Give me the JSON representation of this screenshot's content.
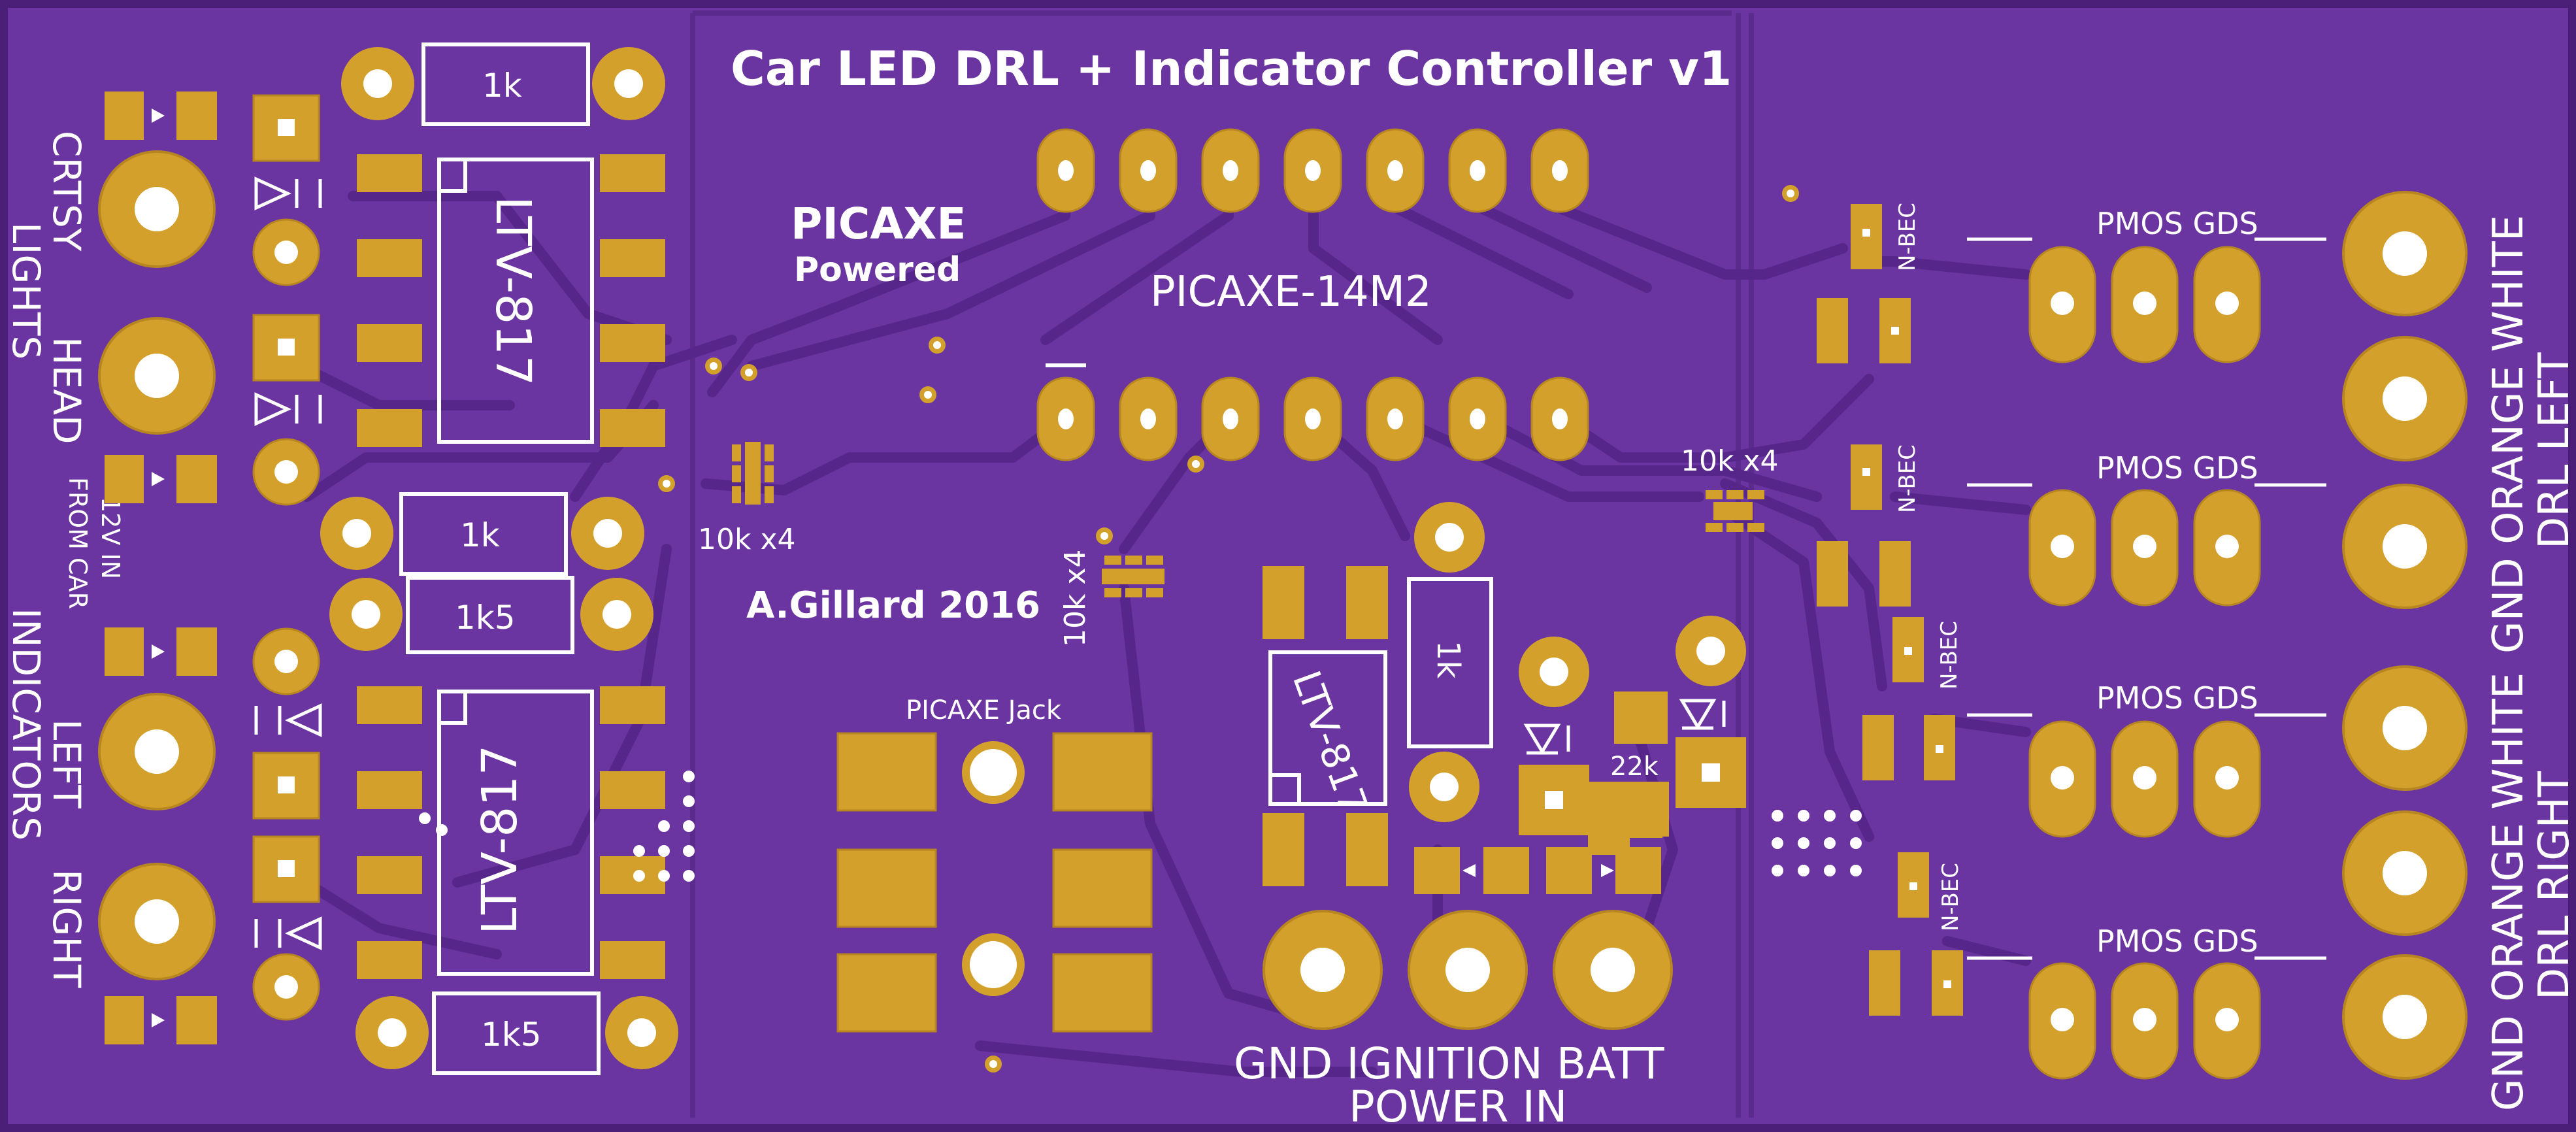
{
  "colors": {
    "board": "#6a35a0",
    "board_edge": "#4b1f78",
    "trace": "#5a2a8c",
    "pad": "#d4a02c",
    "pad_edge": "#b88620",
    "silkscreen": "#ffffff",
    "hole": "#ffffff"
  },
  "title": "Car LED DRL + Indicator Controller v1",
  "picaxe_logo": {
    "line1": "PICAXE",
    "line2": "Powered"
  },
  "author": "A.Gillard 2016",
  "labels": {
    "mcu": "PICAXE-14M2",
    "jack": "PICAXE Jack",
    "power_terminals": "GND  IGNITION  BATT",
    "power_in": "POWER IN",
    "input_headings": [
      "CRTSY",
      "LIGHTS",
      "HEAD",
      "12V IN",
      "FROM CAR",
      "LEFT",
      "INDICATORS",
      "RIGHT"
    ],
    "resistor_networks": [
      "10k x4",
      "10k x4",
      "10k x4"
    ],
    "resistors": [
      "1k",
      "1k",
      "1k5",
      "1k5",
      "1k",
      "22k"
    ],
    "optocouplers": [
      "LTV-817",
      "LTV-817",
      "LTV-817"
    ],
    "transistors_n": [
      "N-BEC",
      "N-BEC",
      "N-BEC",
      "N-BEC"
    ],
    "transistors_p": [
      "PMOS GDS",
      "PMOS GDS",
      "PMOS GDS",
      "PMOS GDS"
    ],
    "drl_left_terminals": "GND ORANGE WHITE",
    "drl_left": "DRL LEFT",
    "drl_right_terminals": "GND ORANGE WHITE",
    "drl_right": "DRL RIGHT"
  }
}
